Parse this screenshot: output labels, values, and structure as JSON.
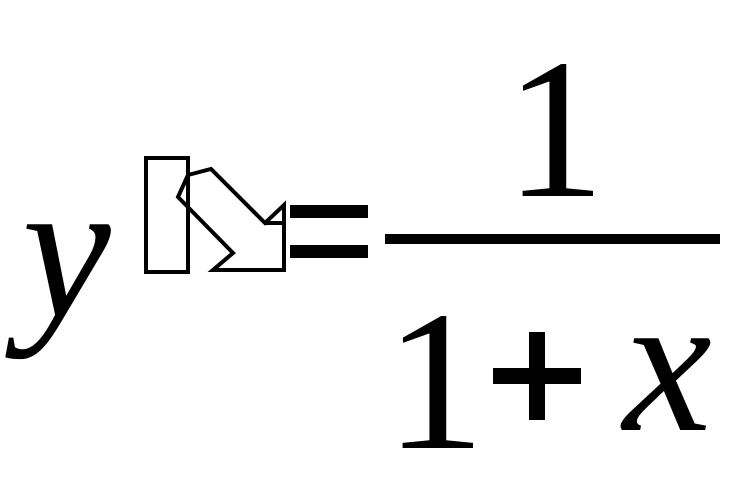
{
  "formula": {
    "lhs_variable": "y",
    "equals_sign": "=",
    "numerator": "1",
    "denominator": {
      "one": "1",
      "plus": "+",
      "variable": "x"
    },
    "missing_glyph_icon": "missing-glyph-box-with-arrow-icon"
  }
}
